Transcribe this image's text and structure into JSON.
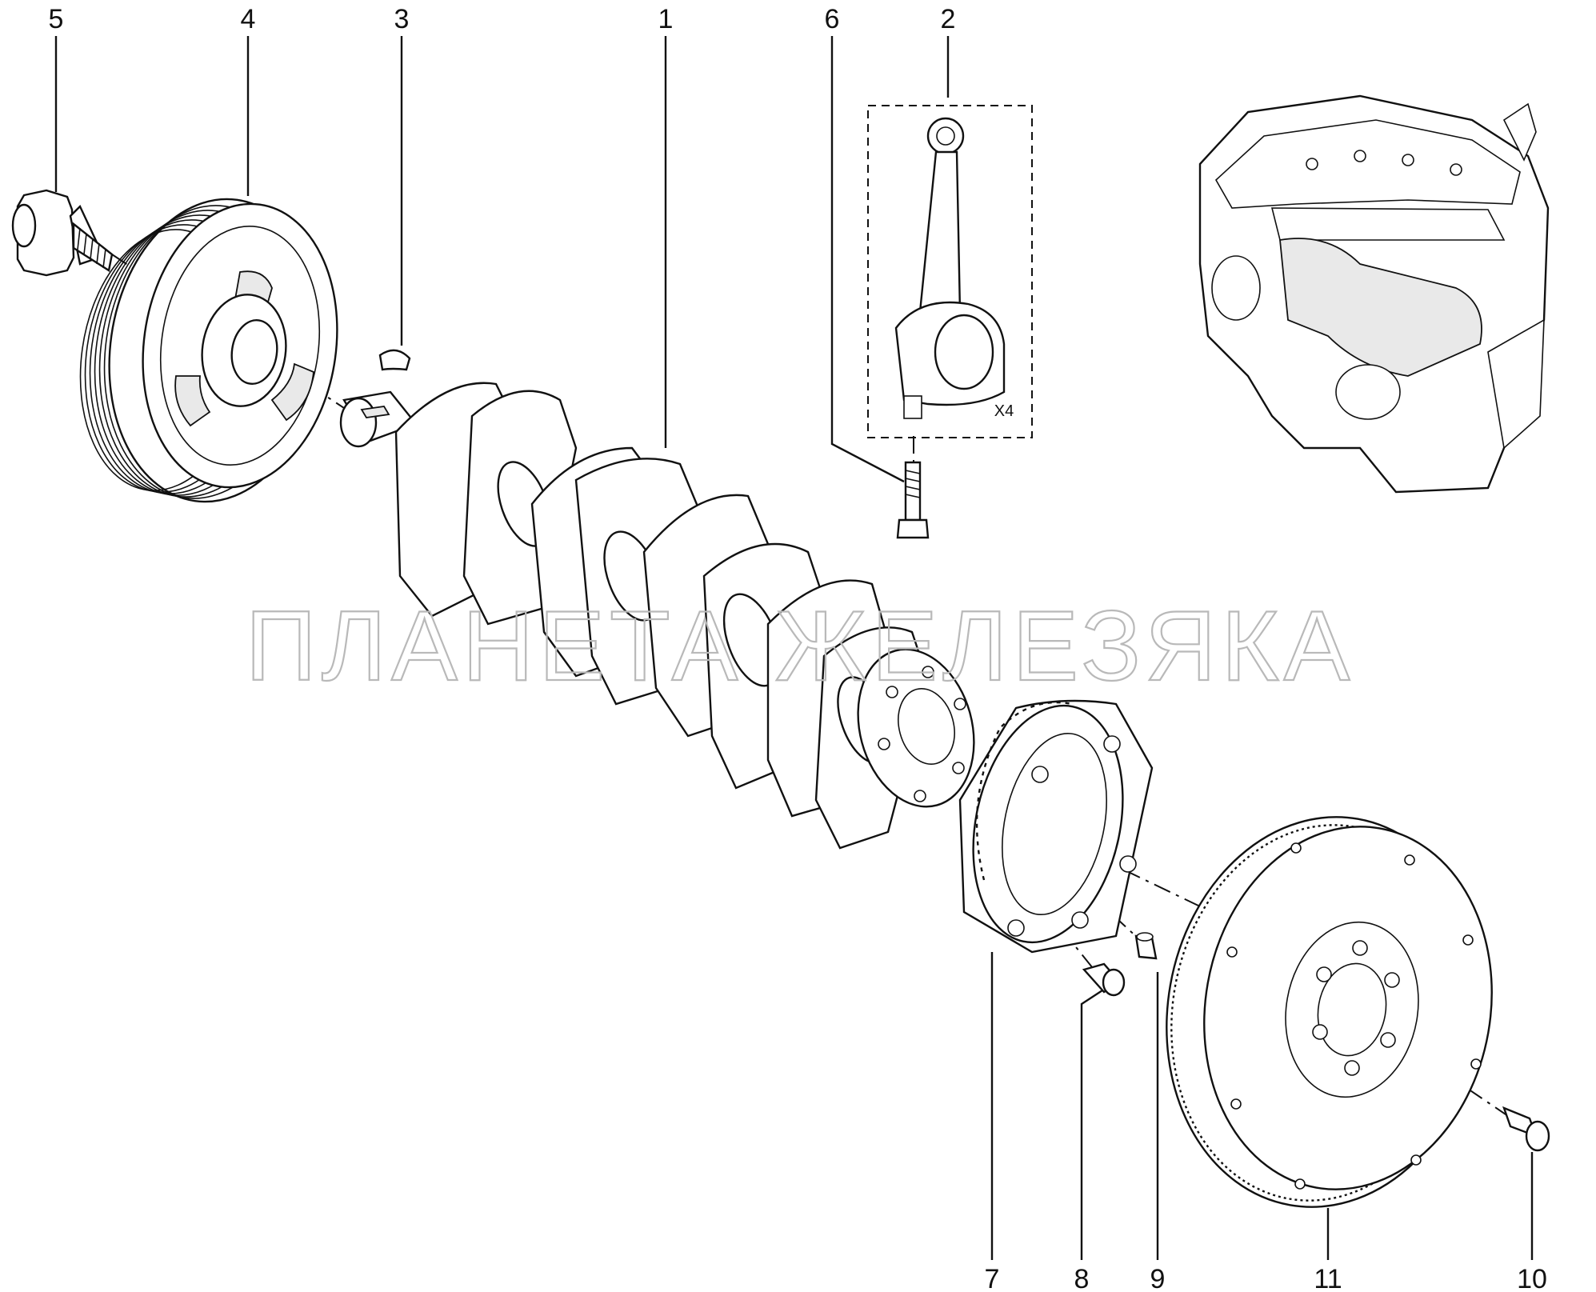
{
  "callouts": {
    "c1": "1",
    "c2": "2",
    "c3": "3",
    "c4": "4",
    "c5": "5",
    "c6": "6",
    "c7": "7",
    "c8": "8",
    "c9": "9",
    "c10": "10",
    "c11": "11"
  },
  "quantity_note": "X4",
  "watermark": "ПЛАНЕТА ЖЕЛЕЗЯКА",
  "colors": {
    "line": "#111111",
    "watermark": "#b9b9b9",
    "background": "#ffffff"
  }
}
